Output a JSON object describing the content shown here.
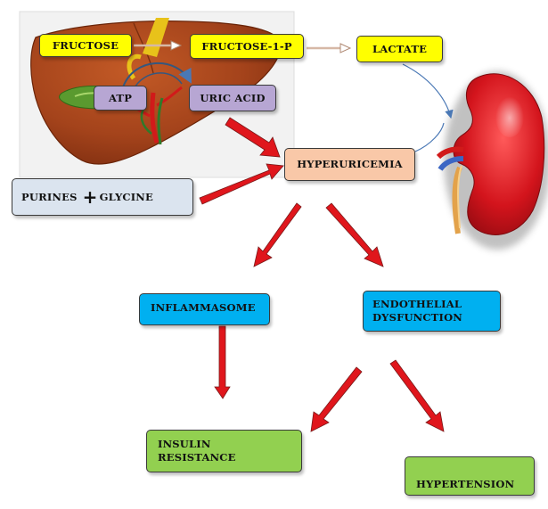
{
  "nodes": {
    "fructose": "FRUCTOSE",
    "fructose_1p": "FRUCTOSE-1-P",
    "lactate": "LACTATE",
    "atp": "ATP",
    "uric_acid": "URIC ACID",
    "hyperuricemia": "HYPERURICEMIA",
    "purines": "PURINES",
    "plus": "+",
    "glycine": "GLYCINE",
    "inflammasome": "INFLAMMASOME",
    "endothelial_1": "ENDOTHELIAL",
    "endothelial_2": "DYSFUNCTION",
    "insulin_1": "INSULIN",
    "insulin_2": "RESISTANCE",
    "hypertension": "HYPERTENSION"
  },
  "colors": {
    "yellow": "#ffff00",
    "lavender": "#b7a6d3",
    "peach": "#f9c8a8",
    "grey_blue": "#dbe4ef",
    "blue": "#00b0f0",
    "green": "#92d050",
    "arrow_red": "#e0161c",
    "liver": "#a8461c",
    "kidney": "#d3141c"
  },
  "icons": [
    "liver-illustration",
    "kidney-illustration"
  ]
}
